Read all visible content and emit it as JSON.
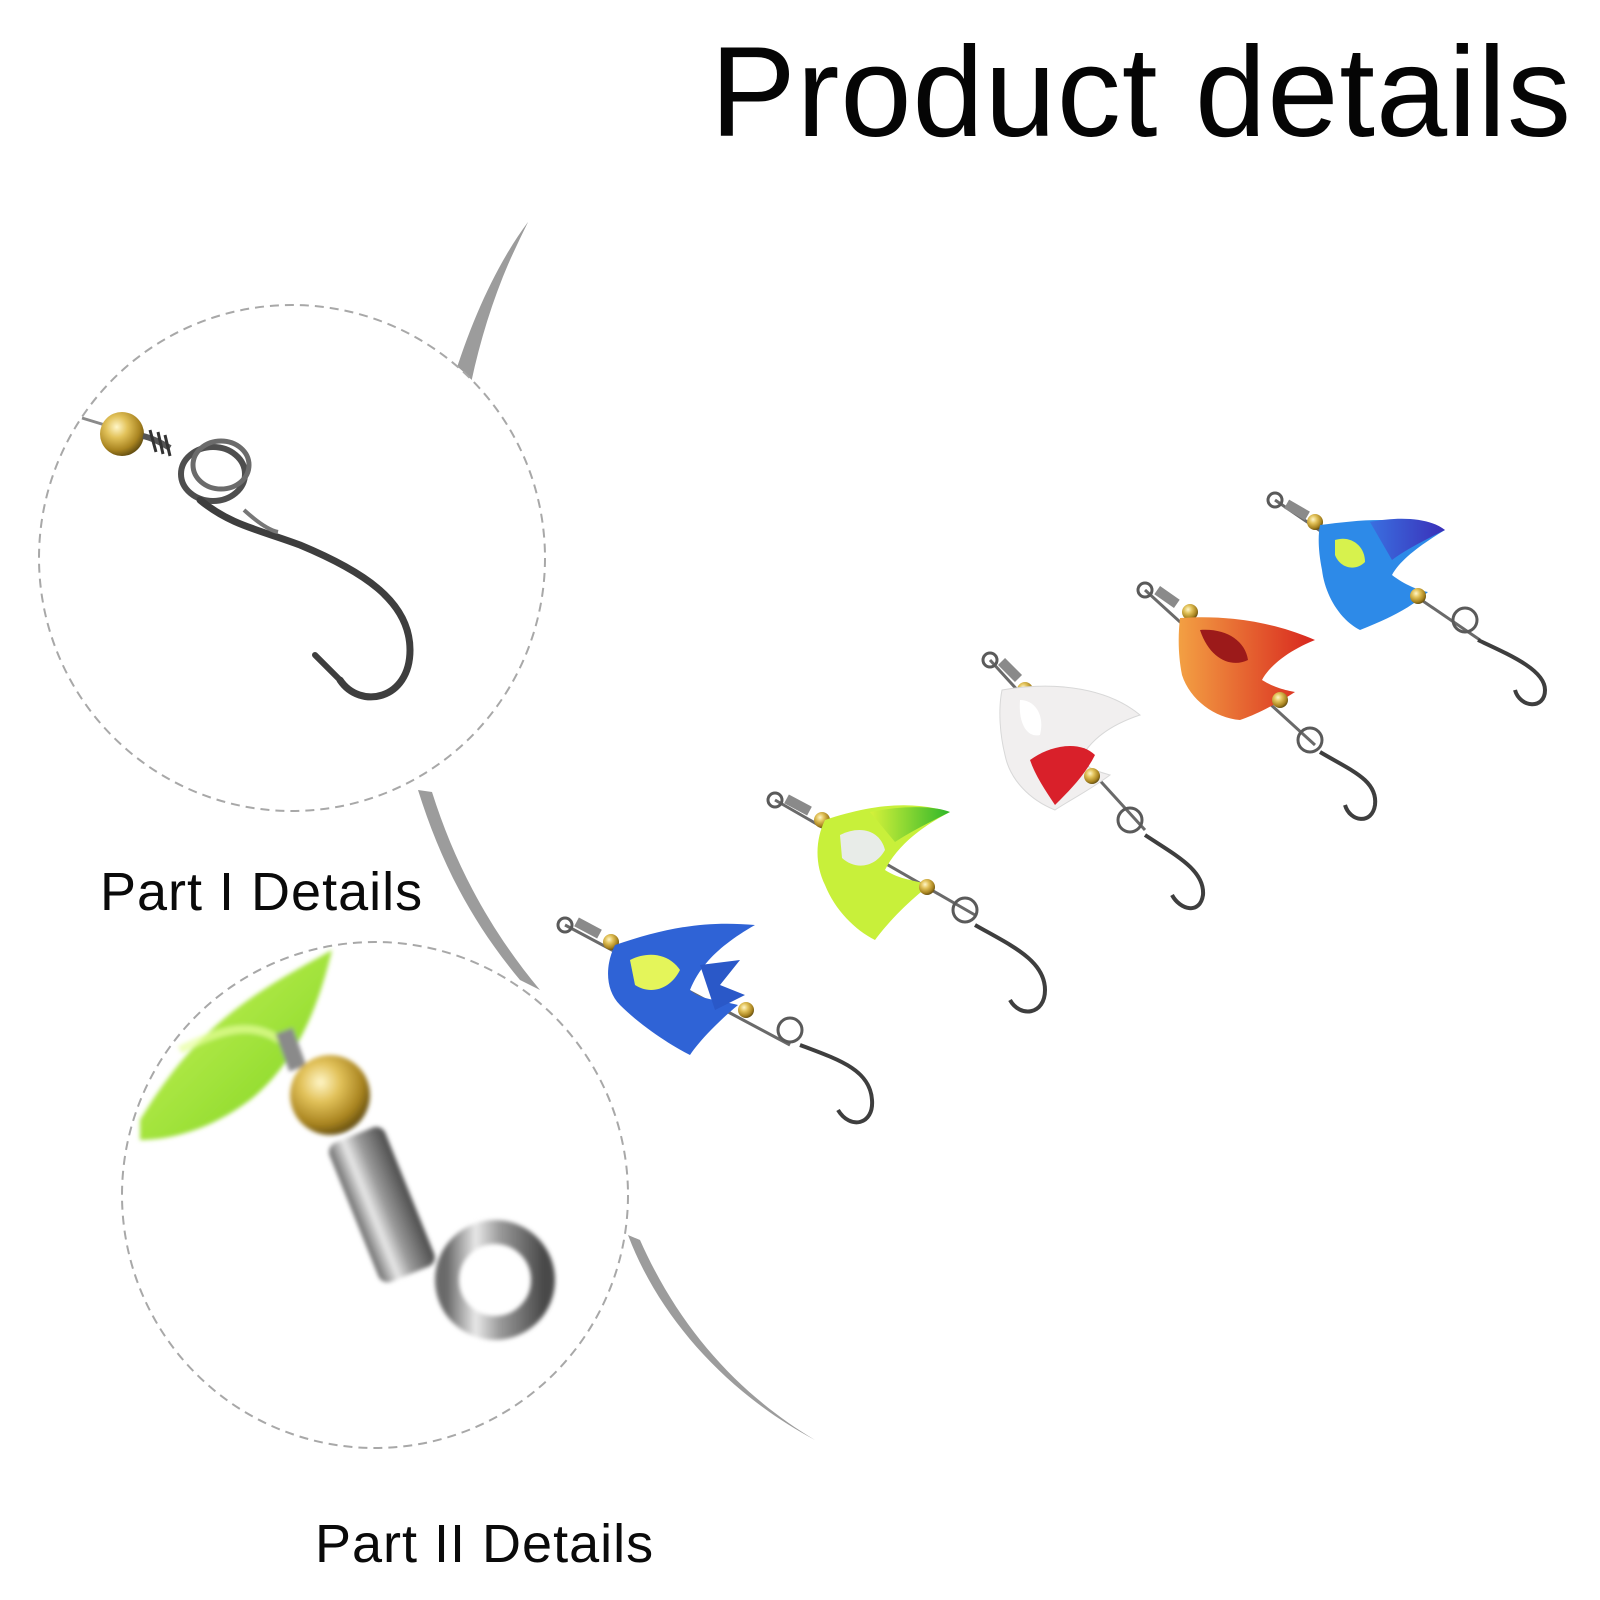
{
  "page": {
    "title": "Product details"
  },
  "details": [
    {
      "label": "Part I Details",
      "subject": "hook-with-swivel-closeup"
    },
    {
      "label": "Part II Details",
      "subject": "bead-and-barrel-swivel-closeup"
    }
  ],
  "lures": [
    {
      "name": "blue",
      "blade_color": "#2f63d6",
      "body_color": "#e4f55a"
    },
    {
      "name": "lime",
      "blade_color": "#c8f03a",
      "body_color": "#e8ece8"
    },
    {
      "name": "white-red",
      "blade_color": "#f1efef",
      "body_color": "#d9202a"
    },
    {
      "name": "orange-red",
      "blade_color": "#f08a24",
      "body_color": "#9c1a1a"
    },
    {
      "name": "blue-purple",
      "blade_color": "#2d8ae8",
      "body_color": "#d7f24d"
    }
  ],
  "colors": {
    "accent_arc": "#9b9b9b",
    "dashed_circle": "#a8a8a8",
    "metal": "#5a5a5a",
    "gold_bead": "#c9a43c"
  }
}
